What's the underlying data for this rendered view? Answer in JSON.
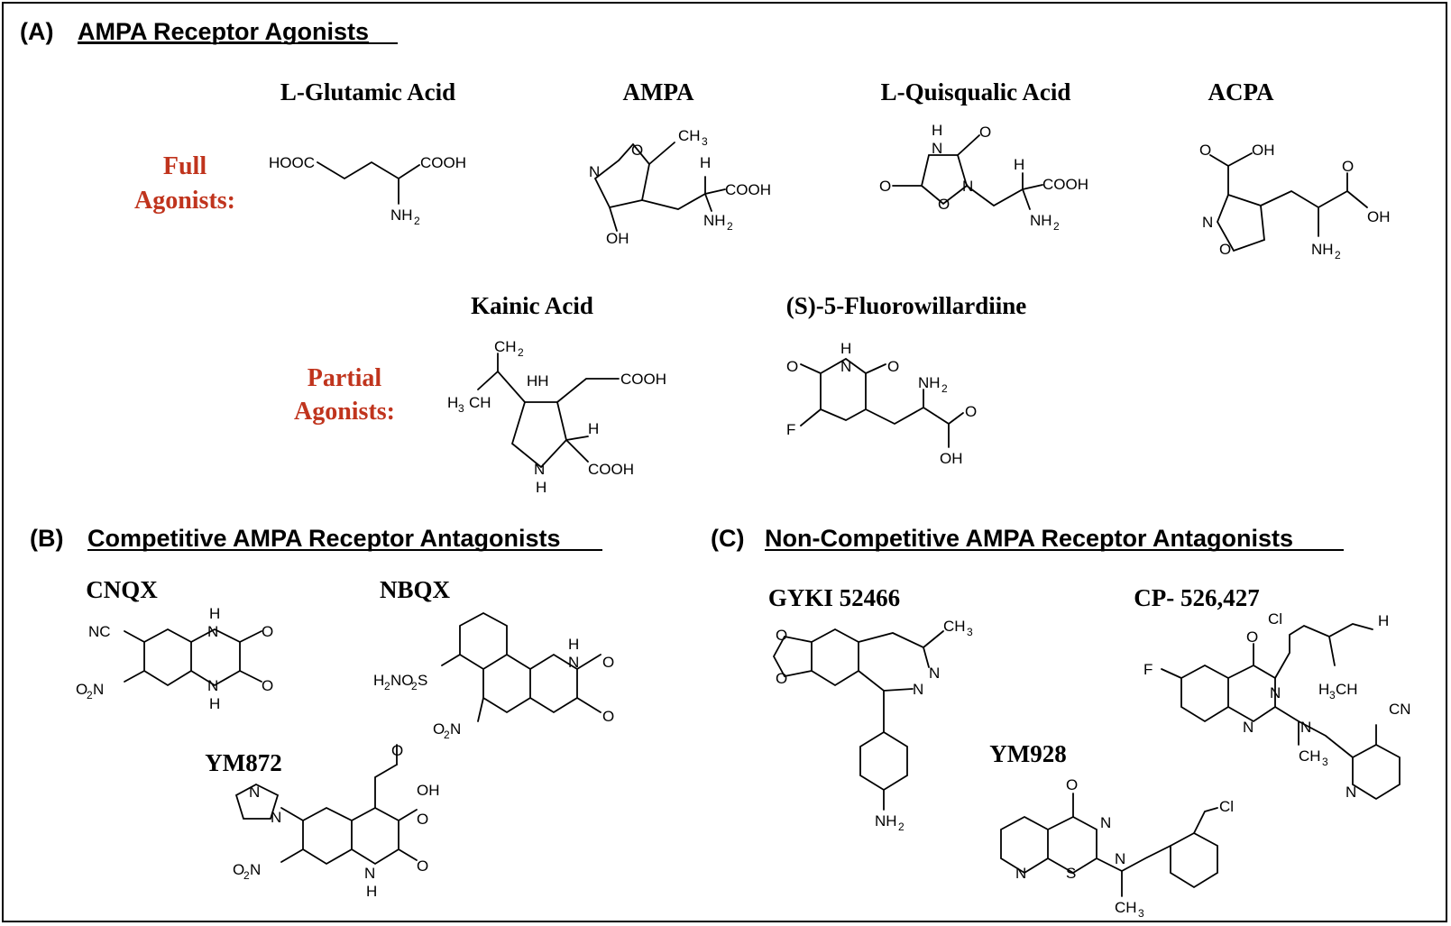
{
  "colors": {
    "category": "#c0341d",
    "text": "#000000",
    "frame": "#000000"
  },
  "sections": {
    "a": {
      "prefix": "(A)",
      "title": "AMPA Receptor Agonists"
    },
    "b": {
      "prefix": "(B)",
      "title": "Competitive AMPA Receptor Antagonists"
    },
    "c": {
      "prefix": "(C)",
      "title": "Non-Competitive AMPA Receptor Antagonists"
    }
  },
  "categories": {
    "full": [
      "Full",
      "Agonists:"
    ],
    "partial": [
      "Partial",
      "Agonists:"
    ]
  },
  "compounds": {
    "glutamic": "L-Glutamic Acid",
    "ampa": "AMPA",
    "quisqualic": "L-Quisqualic Acid",
    "acpa": "ACPA",
    "kainic": "Kainic Acid",
    "fluorowillardiine": "(S)-5-Fluorowillardiine",
    "cnqx": "CNQX",
    "nbqx": "NBQX",
    "ym872": "YM872",
    "gyki": "GYKI 52466",
    "cp": "CP- 526,427",
    "ym928": "YM928"
  },
  "atoms": {
    "HOOC": "HOOC",
    "COOH": "COOH",
    "NH": "NH",
    "s2": "2",
    "s3": "3",
    "CH": "CH",
    "N": "N",
    "O": "O",
    "H": "H",
    "OH": "OH",
    "HH": "HH",
    "HC": "H",
    "F": "F",
    "NC": "NC",
    "ON": "O",
    "NO": "N",
    "HN": "H",
    "NO2S": "NO",
    "S": "S",
    "Cl": "Cl",
    "CN": "CN"
  }
}
